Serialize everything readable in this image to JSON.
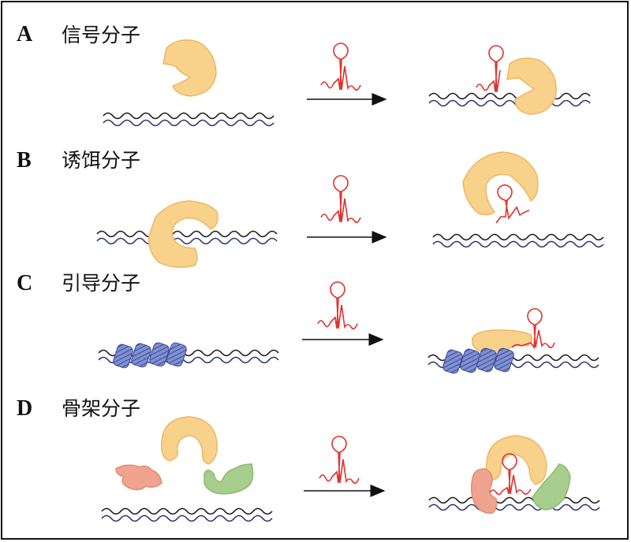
{
  "panels": [
    {
      "letter": "A",
      "title": "信号分子"
    },
    {
      "letter": "B",
      "title": "诱饵分子"
    },
    {
      "letter": "C",
      "title": "引导分子"
    },
    {
      "letter": "D",
      "title": "骨架分子"
    }
  ],
  "colors": {
    "protein_orange": "#f8d18a",
    "protein_orange_edge": "#ecb869",
    "rna_red": "#e0312d",
    "dna_black": "#1a1a1a",
    "dna_navy": "#2b3573",
    "nucleosome_blue": "#7f8fcf",
    "protein_salmon": "#f0a38e",
    "protein_green": "#a7cd8c"
  }
}
